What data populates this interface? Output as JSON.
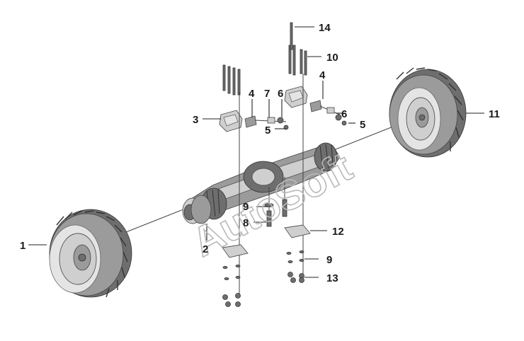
{
  "callouts": [
    {
      "id": "c1",
      "text": "1"
    },
    {
      "id": "c2",
      "text": "2"
    },
    {
      "id": "c3",
      "text": "3"
    },
    {
      "id": "c4a",
      "text": "4"
    },
    {
      "id": "c4b",
      "text": "4"
    },
    {
      "id": "c5a",
      "text": "5"
    },
    {
      "id": "c5b",
      "text": "5"
    },
    {
      "id": "c6a",
      "text": "6"
    },
    {
      "id": "c6b",
      "text": "6"
    },
    {
      "id": "c7",
      "text": "7"
    },
    {
      "id": "c8",
      "text": "8"
    },
    {
      "id": "c9a",
      "text": "9"
    },
    {
      "id": "c9b",
      "text": "9"
    },
    {
      "id": "c10",
      "text": "10"
    },
    {
      "id": "c11",
      "text": "11"
    },
    {
      "id": "c12",
      "text": "12"
    },
    {
      "id": "c13",
      "text": "13"
    },
    {
      "id": "c14",
      "text": "14"
    }
  ],
  "watermark": "AutoSoft",
  "colors": {
    "ink": "#1a1a1a",
    "part_fill": "#cfcfcf",
    "watermark": "#b9b9b9"
  }
}
